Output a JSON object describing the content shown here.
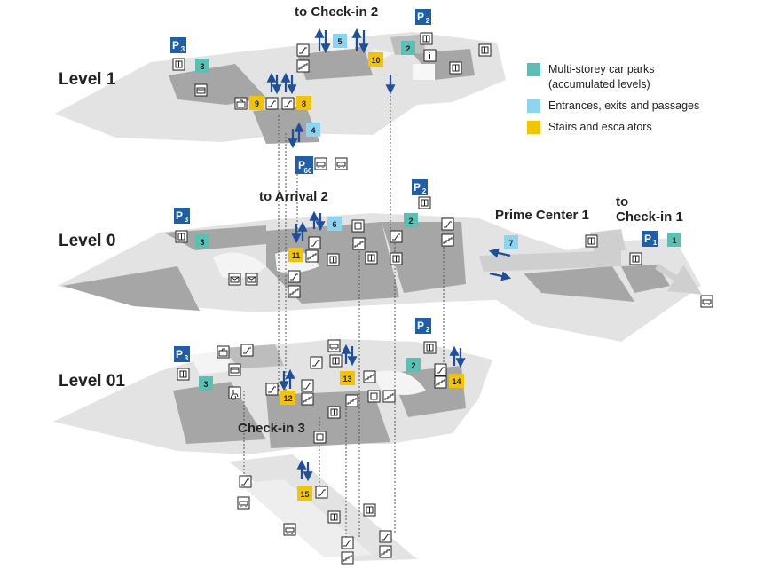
{
  "levels": {
    "level1": "Level 1",
    "level0": "Level 0",
    "level01": "Level 01"
  },
  "headings": {
    "to_checkin2": "to Check-in 2",
    "to_arrival2": "to Arrival 2",
    "prime_center1": "Prime Center 1",
    "to": "to",
    "checkin1": "Check-in 1",
    "checkin3": "Check-in 3"
  },
  "legend": [
    {
      "label": "Multi-storey car parks\n(accumulated levels)",
      "color": "#5bbfb3"
    },
    {
      "label": "Entrances, exits and passages",
      "color": "#8ed3f0"
    },
    {
      "label": "Stairs and escalators",
      "color": "#f5c400"
    }
  ],
  "badges": {
    "carparks": [
      "3",
      "2",
      "3",
      "2",
      "1",
      "3",
      "2"
    ],
    "entrances": [
      "5",
      "4",
      "6",
      "7"
    ],
    "stairs": [
      "10",
      "9",
      "8",
      "11",
      "12",
      "13",
      "14",
      "15"
    ]
  },
  "parking_signs": {
    "p": "P",
    "p2": "2",
    "p3": "3",
    "p1": "1",
    "p60": "60"
  },
  "icons": [
    "elevator-icon",
    "escalator-icon",
    "stairs-icon",
    "info-icon",
    "camera-icon",
    "atm-icon",
    "taxi-icon",
    "bus-icon",
    "train-icon",
    "wheelchair-icon",
    "mailbox-icon",
    "parking-sign-icon"
  ],
  "colors": {
    "floor_light": "#e3e3e3",
    "floor_dark": "#a6a6a6",
    "carpark": "#5bbfb3",
    "entrance": "#8ed3f0",
    "stairs": "#f5c400",
    "arrow": "#1f4e9a",
    "parking_blue": "#1f5ea8"
  }
}
